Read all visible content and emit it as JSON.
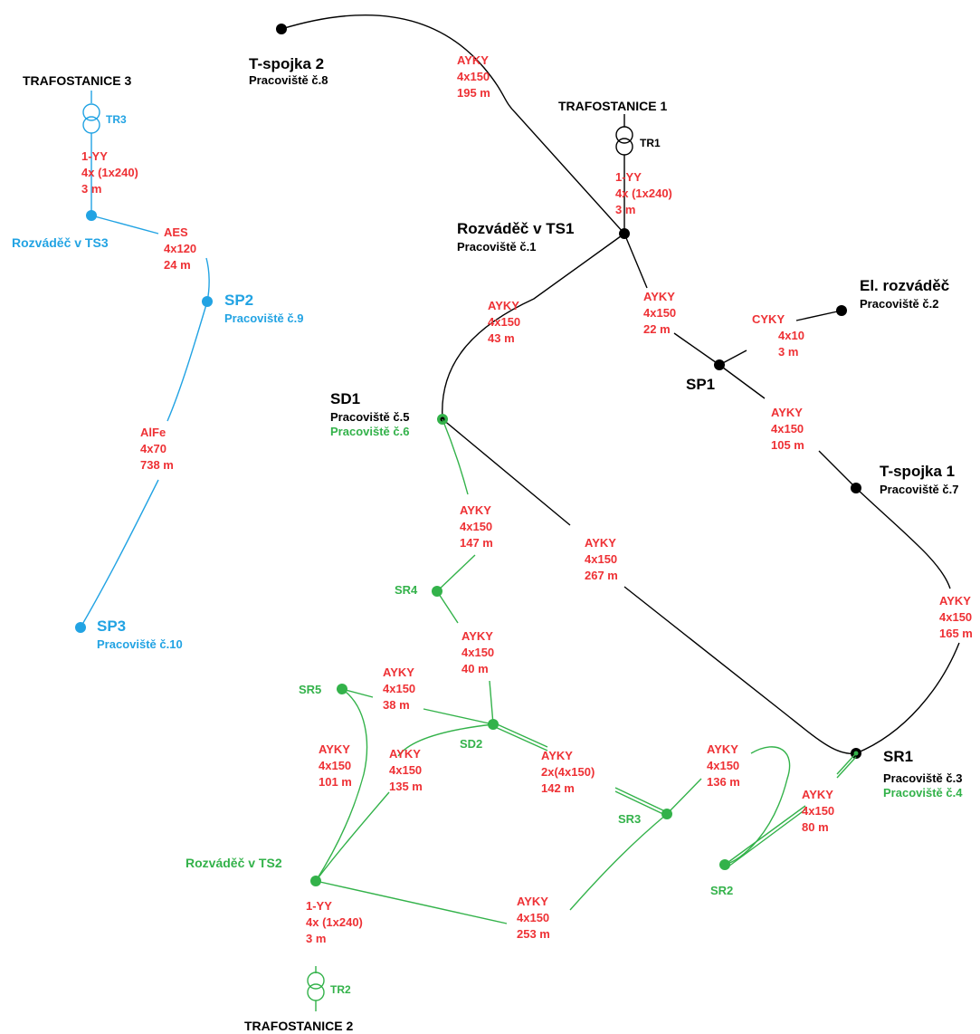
{
  "colors": {
    "network_1": "#000000",
    "network_2": "#33b24a",
    "network_3": "#22a3e3",
    "cable_label": "#ee3135"
  },
  "substations": {
    "ts1": {
      "title": "TRAFOSTANICE 1",
      "tr": "TR1"
    },
    "ts2": {
      "title": "TRAFOSTANICE 2",
      "tr": "TR2"
    },
    "ts3": {
      "title": "TRAFOSTANICE 3",
      "tr": "TR3"
    }
  },
  "nodes": {
    "tspojka2": {
      "name": "T-spojka 2",
      "sub": "Pracoviště č.8"
    },
    "rozv_ts1": {
      "name": "Rozváděč v TS1",
      "sub": "Pracoviště č.1"
    },
    "el_rozv": {
      "name": "El. rozváděč",
      "sub": "Pracoviště č.2"
    },
    "sp1": {
      "name": "SP1"
    },
    "sd1": {
      "name": "SD1",
      "sub": "Pracoviště č.5",
      "sub2": "Pracoviště č.6"
    },
    "tspojka1": {
      "name": "T-spojka 1",
      "sub": "Pracoviště č.7"
    },
    "sr1": {
      "name": "SR1",
      "sub": "Pracoviště č.3",
      "sub2": "Pracoviště č.4"
    },
    "sr4": {
      "name": "SR4"
    },
    "sr5": {
      "name": "SR5"
    },
    "sd2": {
      "name": "SD2"
    },
    "sr3": {
      "name": "SR3"
    },
    "sr2": {
      "name": "SR2"
    },
    "rozv_ts2": {
      "name": "Rozváděč v TS2"
    },
    "rozv_ts3": {
      "name": "Rozváděč v TS3"
    },
    "sp2": {
      "name": "SP2",
      "sub": "Pracoviště č.9"
    },
    "sp3": {
      "name": "SP3",
      "sub": "Pracoviště č.10"
    }
  },
  "cables": {
    "c_tsp2_rozv1": {
      "type": "AYKY",
      "size": "4x150",
      "len": "195 m"
    },
    "c_tr1": {
      "type": "1-YY",
      "size": "4x (1x240)",
      "len": "3 m"
    },
    "c_rozv1_sd1": {
      "type": "AYKY",
      "size": "4x150",
      "len": "43 m"
    },
    "c_rozv1_sp1": {
      "type": "AYKY",
      "size": "4x150",
      "len": "22 m"
    },
    "c_sp1_el": {
      "type": "CYKY",
      "size": "4x10",
      "len": "3 m"
    },
    "c_sp1_tsp1": {
      "type": "AYKY",
      "size": "4x150",
      "len": "105 m"
    },
    "c_tsp1_sr1": {
      "type": "AYKY",
      "size": "4x150",
      "len": "165 m"
    },
    "c_sd1_sr1": {
      "type": "AYKY",
      "size": "4x150",
      "len": "267 m"
    },
    "c_sd1_sr4": {
      "type": "AYKY",
      "size": "4x150",
      "len": "147 m"
    },
    "c_sr4_sd2": {
      "type": "AYKY",
      "size": "4x150",
      "len": "40 m"
    },
    "c_sr5_sd2": {
      "type": "AYKY",
      "size": "4x150",
      "len": "38 m"
    },
    "c_sr5_ts2": {
      "type": "AYKY",
      "size": "4x150",
      "len": "101 m"
    },
    "c_sd2_ts2": {
      "type": "AYKY",
      "size": "4x150",
      "len": "135 m"
    },
    "c_sd2_sr3": {
      "type": "AYKY",
      "size": "2x(4x150)",
      "len": "142 m"
    },
    "c_sr3_sr2": {
      "type": "AYKY",
      "size": "4x150",
      "len": "136 m"
    },
    "c_sr1_sr2": {
      "type": "AYKY",
      "size": "4x150",
      "len": "80 m"
    },
    "c_ts2_sr3": {
      "type": "AYKY",
      "size": "4x150",
      "len": "253 m"
    },
    "c_tr2": {
      "type": "1-YY",
      "size": "4x (1x240)",
      "len": "3 m"
    },
    "c_tr3": {
      "type": "1-YY",
      "size": "4x (1x240)",
      "len": "3 m"
    },
    "c_ts3_sp2": {
      "type": "AES",
      "size": "4x120",
      "len": "24 m"
    },
    "c_sp2_sp3": {
      "type": "AlFe",
      "size": "4x70",
      "len": "738 m"
    }
  }
}
